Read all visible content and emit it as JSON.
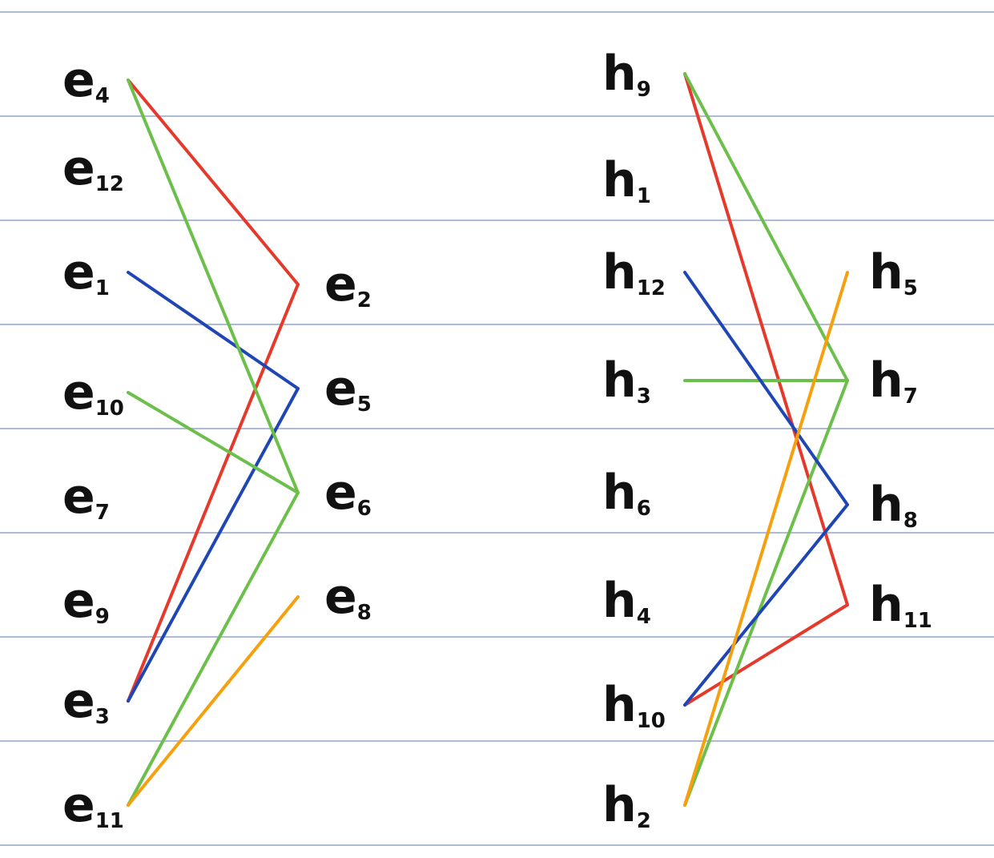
{
  "colors": {
    "background": "#ffffff",
    "rule": "#aebbd6",
    "ink": "#111111",
    "red": "#e53a2b",
    "green": "#6cbf4a",
    "blue": "#1f46b4",
    "orange": "#f5a00c"
  },
  "graphs": [
    {
      "id": "e-graph",
      "left_nodes": [
        {
          "id": "e4",
          "base": "e",
          "sub": "4"
        },
        {
          "id": "e12",
          "base": "e",
          "sub": "12"
        },
        {
          "id": "e1",
          "base": "e",
          "sub": "1"
        },
        {
          "id": "e10",
          "base": "e",
          "sub": "10"
        },
        {
          "id": "e7",
          "base": "e",
          "sub": "7"
        },
        {
          "id": "e9",
          "base": "e",
          "sub": "9"
        },
        {
          "id": "e3",
          "base": "e",
          "sub": "3"
        },
        {
          "id": "e11",
          "base": "e",
          "sub": "11"
        }
      ],
      "right_nodes": [
        {
          "id": "e2",
          "base": "e",
          "sub": "2"
        },
        {
          "id": "e5",
          "base": "e",
          "sub": "5"
        },
        {
          "id": "e6",
          "base": "e",
          "sub": "6"
        },
        {
          "id": "e8",
          "base": "e",
          "sub": "8"
        }
      ],
      "edges": [
        {
          "from": "e4",
          "to": "e2",
          "color": "red"
        },
        {
          "from": "e3",
          "to": "e2",
          "color": "red"
        },
        {
          "from": "e1",
          "to": "e5",
          "color": "blue"
        },
        {
          "from": "e3",
          "to": "e5",
          "color": "blue"
        },
        {
          "from": "e4",
          "to": "e6",
          "color": "green"
        },
        {
          "from": "e10",
          "to": "e6",
          "color": "green"
        },
        {
          "from": "e11",
          "to": "e6",
          "color": "green"
        },
        {
          "from": "e11",
          "to": "e8",
          "color": "orange"
        }
      ]
    },
    {
      "id": "h-graph",
      "left_nodes": [
        {
          "id": "h9",
          "base": "h",
          "sub": "9"
        },
        {
          "id": "h1",
          "base": "h",
          "sub": "1"
        },
        {
          "id": "h12",
          "base": "h",
          "sub": "12"
        },
        {
          "id": "h3",
          "base": "h",
          "sub": "3"
        },
        {
          "id": "h6",
          "base": "h",
          "sub": "6"
        },
        {
          "id": "h4",
          "base": "h",
          "sub": "4"
        },
        {
          "id": "h10",
          "base": "h",
          "sub": "10"
        },
        {
          "id": "h2",
          "base": "h",
          "sub": "2"
        }
      ],
      "right_nodes": [
        {
          "id": "h5",
          "base": "h",
          "sub": "5"
        },
        {
          "id": "h7",
          "base": "h",
          "sub": "7"
        },
        {
          "id": "h8",
          "base": "h",
          "sub": "8"
        },
        {
          "id": "h11",
          "base": "h",
          "sub": "11"
        }
      ],
      "edges": [
        {
          "from": "h9",
          "to": "h11",
          "color": "red"
        },
        {
          "from": "h10",
          "to": "h11",
          "color": "red"
        },
        {
          "from": "h9",
          "to": "h7",
          "color": "green"
        },
        {
          "from": "h3",
          "to": "h7",
          "color": "green"
        },
        {
          "from": "h2",
          "to": "h7",
          "color": "green"
        },
        {
          "from": "h12",
          "to": "h8",
          "color": "blue"
        },
        {
          "from": "h10",
          "to": "h8",
          "color": "blue"
        },
        {
          "from": "h2",
          "to": "h5",
          "color": "orange"
        }
      ]
    }
  ]
}
